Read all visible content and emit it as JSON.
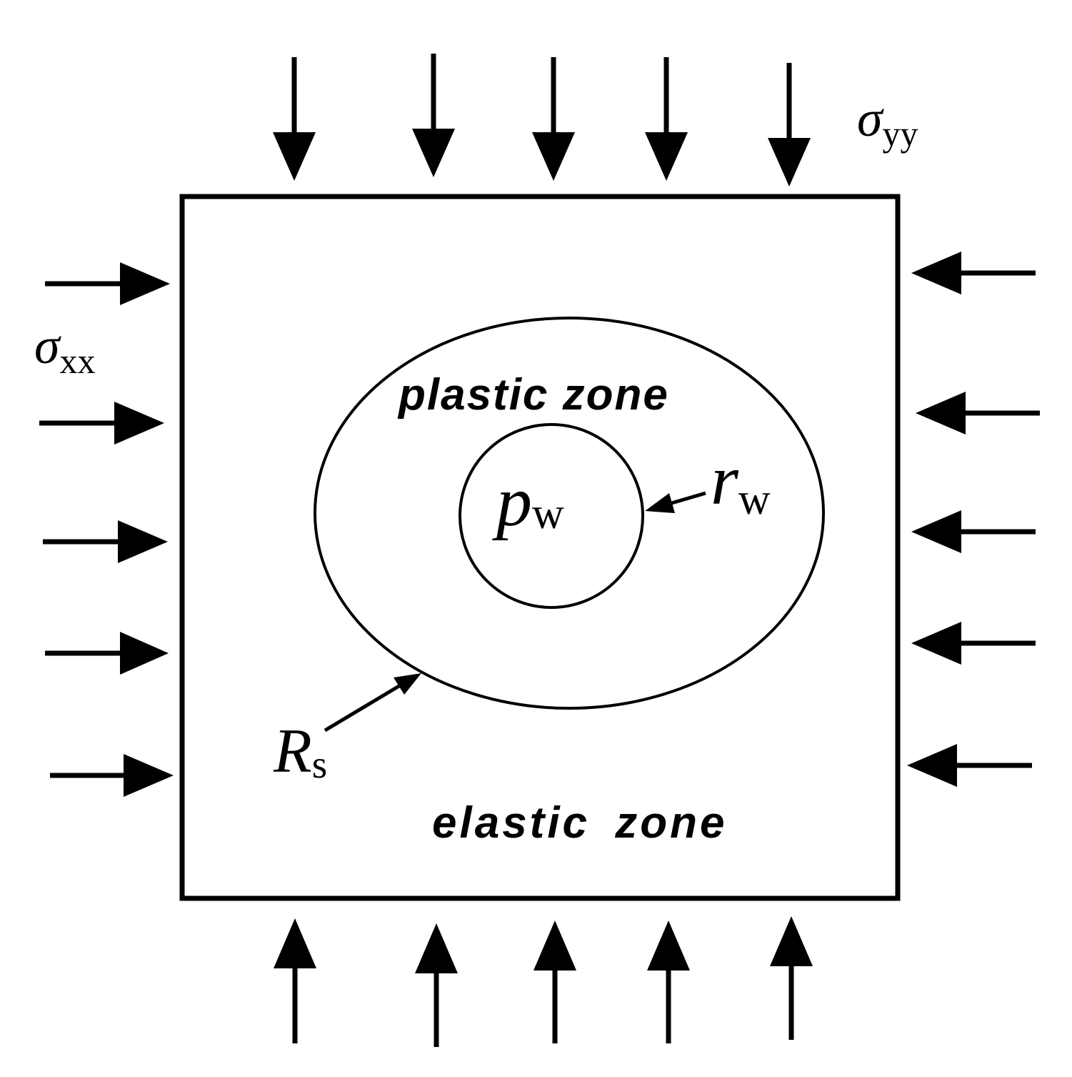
{
  "labels": {
    "sigma_yy": {
      "symbol": "σ",
      "subscript": "yy"
    },
    "sigma_xx": {
      "symbol": "σ",
      "subscript": "xx"
    },
    "plastic_zone": "plastic zone",
    "elastic_zone": "elastic zone",
    "p_w": {
      "symbol": "p",
      "subscript": "w"
    },
    "r_w": {
      "symbol": "r",
      "subscript": "w"
    },
    "R_s": {
      "symbol": "R",
      "subscript": "s"
    }
  },
  "colors": {
    "stroke": "#000000",
    "background": "#ffffff"
  },
  "arrow_groups": {
    "top_count": 5,
    "bottom_count": 5,
    "left_count": 5,
    "right_count": 5
  }
}
